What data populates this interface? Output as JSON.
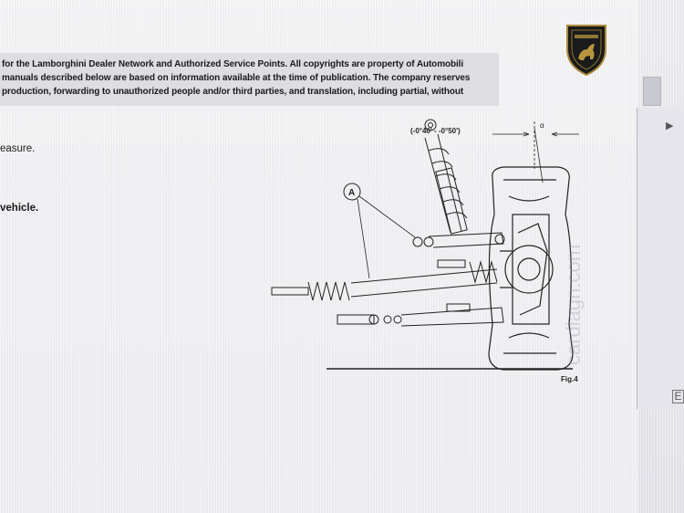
{
  "document": {
    "copyright_lines": [
      "for the Lamborghini Dealer Network and Authorized Service Points. All copyrights are property of Automobili",
      "manuals described below are based on information available at the time of publication. The company reserves",
      "production, forwarding to unauthorized people and/or third parties, and translation, including partial, without"
    ],
    "fragment_measure": "easure.",
    "fragment_vehicle": "vehicle."
  },
  "figure": {
    "angle_range": "(-0°40' - -0°50')",
    "alpha_label": "α",
    "callout_label": "A",
    "fig_label": "Fig.4"
  },
  "watermark": "cardiagn.com",
  "logo_text": "LAMBORGHINI"
}
